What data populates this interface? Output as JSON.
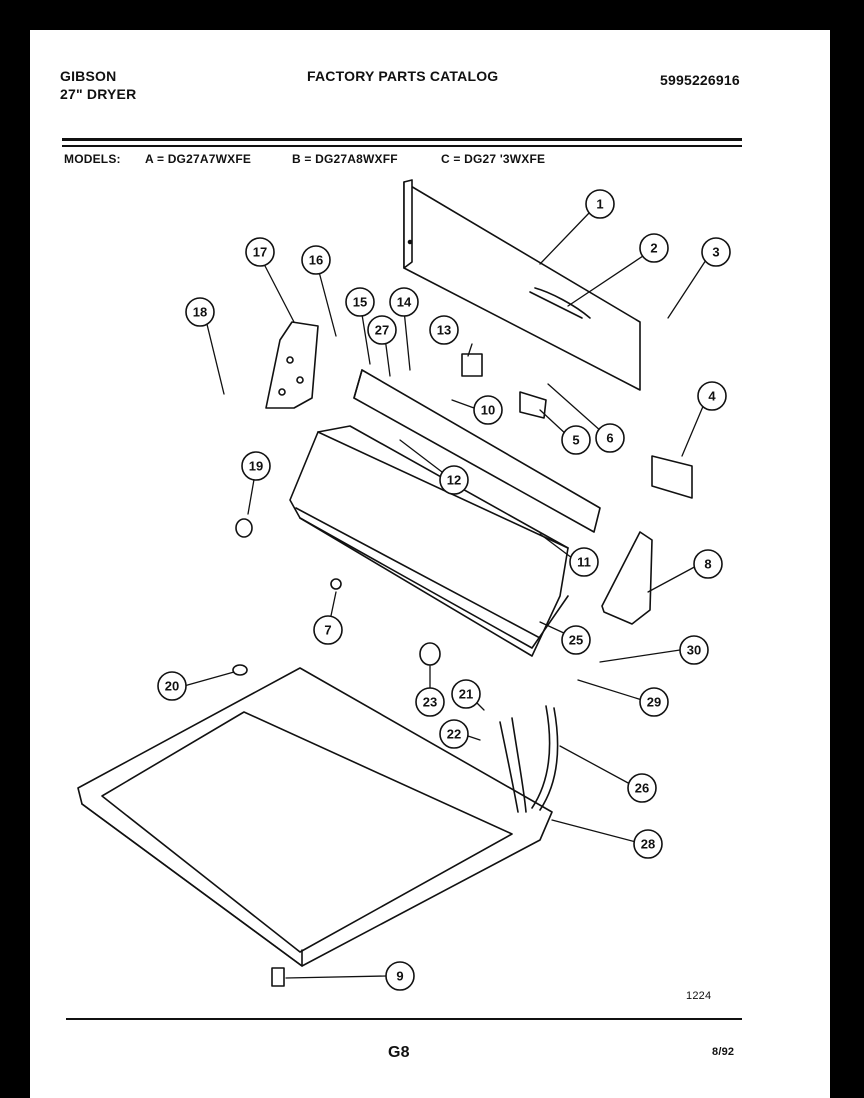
{
  "header": {
    "brand": "GIBSON",
    "product": "27\" DRYER",
    "catalog_title": "FACTORY PARTS CATALOG",
    "catalog_number": "5995226916"
  },
  "models": {
    "label": "MODELS:",
    "a": "A = DG27A7WXFE",
    "b": "B = DG27A8WXFF",
    "c": "C = DG27 '3WXFE"
  },
  "diagram": {
    "figure_number": "1224",
    "callouts": [
      "1",
      "2",
      "3",
      "4",
      "5",
      "6",
      "7",
      "8",
      "9",
      "10",
      "11",
      "12",
      "13",
      "14",
      "15",
      "16",
      "17",
      "18",
      "19",
      "20",
      "21",
      "22",
      "23",
      "25",
      "26",
      "27",
      "28",
      "29",
      "30"
    ]
  },
  "footer": {
    "page_code": "G8",
    "date": "8/92"
  }
}
